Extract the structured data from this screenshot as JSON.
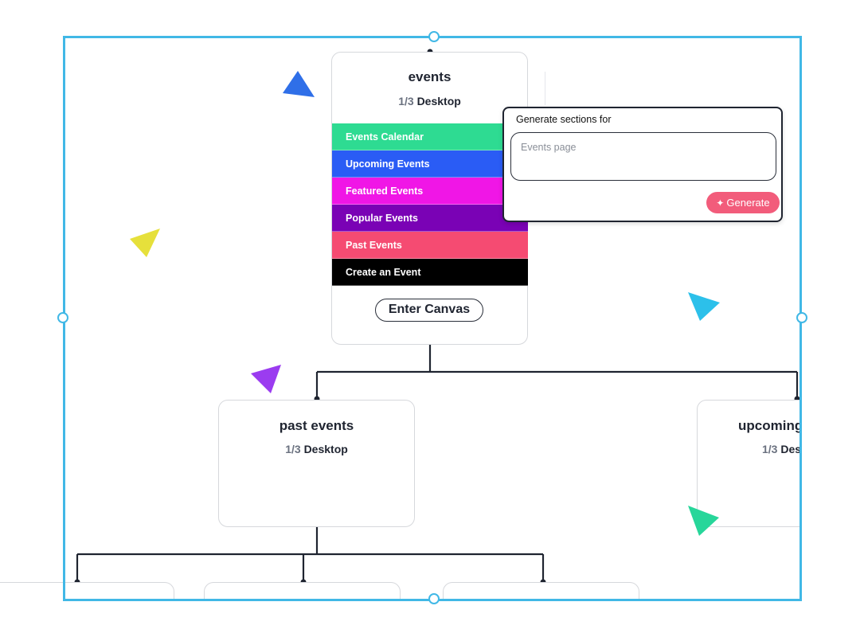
{
  "main_card": {
    "title": "events",
    "page_fraction": "1/3",
    "device": "Desktop",
    "sections": [
      {
        "label": "Events Calendar",
        "color": "#2edb92"
      },
      {
        "label": "Upcoming Events",
        "color": "#2a5cf5"
      },
      {
        "label": "Featured Events",
        "color": "#f016e6"
      },
      {
        "label": "Popular Events",
        "color": "#7a02b5"
      },
      {
        "label": "Past Events",
        "color": "#f54b72"
      },
      {
        "label": "Create an Event",
        "color": "#000000"
      }
    ],
    "enter_button": "Enter Canvas"
  },
  "child_cards": [
    {
      "title": "past events",
      "page_fraction": "1/3",
      "device": "Desktop"
    },
    {
      "title": "upcoming",
      "page_fraction": "1/3",
      "device": "Des"
    }
  ],
  "popover": {
    "label": "Generate sections for",
    "input_placeholder": "Events page",
    "generate_button": "Generate"
  },
  "colors": {
    "frame": "#41b8e6",
    "connector": "#1f2430",
    "generate": "#f25c7b"
  },
  "cursors": [
    {
      "name": "blue-cursor-icon",
      "color": "#2f6fe8"
    },
    {
      "name": "yellow-cursor-icon",
      "color": "#e6e03b"
    },
    {
      "name": "purple-cursor-icon",
      "color": "#9b3cf0"
    },
    {
      "name": "cyan-cursor-icon",
      "color": "#2cc0ea"
    },
    {
      "name": "green-cursor-icon",
      "color": "#27d69a"
    }
  ]
}
